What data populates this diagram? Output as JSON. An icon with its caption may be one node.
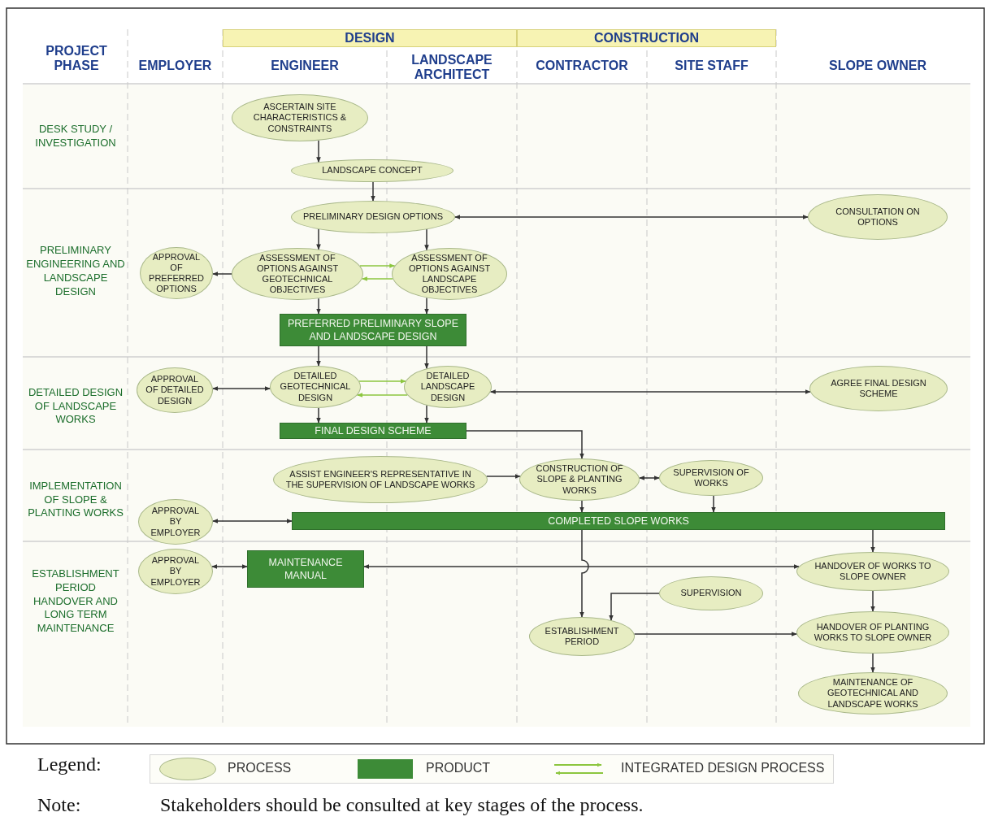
{
  "diagram": {
    "nodes": [
      {
        "text": [
          "ASCERTAIN SITE CHARACTERISTICS & CONSTRAINTS"
        ]
      },
      {
        "text": [
          "LANDSCAPE CONCEPT"
        ]
      },
      {
        "text": [
          "PRELIMINARY DESIGN OPTIONS"
        ]
      },
      {
        "text": [
          "CONSULTATION ON OPTIONS"
        ]
      },
      {
        "text": [
          "APPROVAL OF PREFERRED OPTIONS"
        ]
      },
      {
        "text": [
          "ASSESSMENT OF OPTIONS AGAINST GEOTECHNICAL OBJECTIVES"
        ]
      },
      {
        "text": [
          "ASSESSMENT OF OPTIONS AGAINST LANDSCAPE OBJECTIVES"
        ]
      },
      {
        "text": [
          "PREFERRED PRELIMINARY SLOPE AND LANDSCAPE DESIGN"
        ]
      },
      {
        "text": [
          "APPROVAL OF DETAILED DESIGN"
        ]
      },
      {
        "text": [
          "DETAILED GEOTECHNICAL DESIGN"
        ]
      },
      {
        "text": [
          "DETAILED LANDSCAPE DESIGN"
        ]
      },
      {
        "text": [
          "AGREE FINAL DESIGN SCHEME"
        ]
      },
      {
        "text": [
          "FINAL DESIGN SCHEME"
        ]
      },
      {
        "text": [
          "ASSIST ENGINEER'S REPRESENTATIVE IN THE SUPERVISION OF LANDSCAPE WORKS"
        ]
      },
      {
        "text": [
          "CONSTRUCTION OF SLOPE & PLANTING WORKS"
        ]
      },
      {
        "text": [
          "SUPERVISION OF WORKS"
        ]
      },
      {
        "text": [
          "APPROVAL BY EMPLOYER"
        ]
      },
      {
        "text": [
          "COMPLETED SLOPE WORKS"
        ]
      },
      {
        "text": [
          "APPROVAL BY EMPLOYER"
        ]
      },
      {
        "text": [
          "MAINTENANCE MANUAL"
        ]
      },
      {
        "text": [
          "HANDOVER OF WORKS TO SLOPE OWNER"
        ]
      },
      {
        "text": [
          "SUPERVISION"
        ]
      },
      {
        "text": [
          "ESTABLISHMENT PERIOD"
        ]
      },
      {
        "text": [
          "HANDOVER OF PLANTING WORKS TO SLOPE OWNER"
        ]
      },
      {
        "text": [
          "MAINTENANCE OF GEOTECHNICAL AND LANDSCAPE WORKS"
        ]
      }
    ],
    "edges": [
      {
        "from": 0,
        "to": 1,
        "arrow": "to"
      },
      {
        "from": 1,
        "to": 2,
        "arrow": "to"
      },
      {
        "from": 2,
        "to": 3,
        "arrow": "both"
      },
      {
        "from": 2,
        "to": 5,
        "arrow": "to"
      },
      {
        "from": 2,
        "to": 6,
        "arrow": "to"
      },
      {
        "from": 5,
        "to": 4,
        "arrow": "to"
      },
      {
        "from": 5,
        "to": 6,
        "arrow": "to",
        "color": "#8cc63f"
      },
      {
        "from": 6,
        "to": 5,
        "arrow": "to",
        "color": "#8cc63f"
      },
      {
        "from": 5,
        "to": 7,
        "arrow": "to"
      },
      {
        "from": 6,
        "to": 7,
        "arrow": "to"
      },
      {
        "from": 7,
        "to": 9,
        "arrow": "to"
      },
      {
        "from": 7,
        "to": 10,
        "arrow": "to"
      },
      {
        "from": 9,
        "to": 8,
        "arrow": "both"
      },
      {
        "from": 9,
        "to": 10,
        "arrow": "to",
        "color": "#8cc63f"
      },
      {
        "from": 10,
        "to": 9,
        "arrow": "to",
        "color": "#8cc63f"
      },
      {
        "from": 10,
        "to": 11,
        "arrow": "both"
      },
      {
        "from": 9,
        "to": 12,
        "arrow": "to"
      },
      {
        "from": 10,
        "to": 12,
        "arrow": "to"
      },
      {
        "from": 12,
        "to": 14,
        "arrow": "to"
      },
      {
        "from": 13,
        "to": 14,
        "arrow": "to"
      },
      {
        "from": 14,
        "to": 15,
        "arrow": "both"
      },
      {
        "from": 14,
        "to": 17,
        "arrow": "to"
      },
      {
        "from": 15,
        "to": 17,
        "arrow": "to"
      },
      {
        "from": 16,
        "to": 17,
        "arrow": "both"
      },
      {
        "from": 17,
        "to": 22,
        "arrow": "to"
      },
      {
        "from": 17,
        "to": 20,
        "arrow": "to"
      },
      {
        "from": 18,
        "to": 19,
        "arrow": "both"
      },
      {
        "from": 19,
        "to": 20,
        "arrow": "both"
      },
      {
        "from": 21,
        "to": 22,
        "arrow": "to"
      },
      {
        "from": 22,
        "to": 23,
        "arrow": "to"
      },
      {
        "from": 20,
        "to": 23,
        "arrow": "to"
      },
      {
        "from": 23,
        "to": 24,
        "arrow": "to"
      }
    ],
    "labels": [
      "DESIGN",
      "CONSTRUCTION",
      "PROJECT PHASE",
      "EMPLOYER",
      "ENGINEER",
      "LANDSCAPE ARCHITECT",
      "CONTRACTOR",
      "SITE STAFF",
      "SLOPE OWNER",
      "DESK STUDY / INVESTIGATION",
      "PRELIMINARY ENGINEERING AND LANDSCAPE DESIGN",
      "DETAILED DESIGN OF LANDSCAPE WORKS",
      "IMPLEMENTATION OF SLOPE & PLANTING WORKS",
      "ESTABLISHMENT PERIOD HANDOVER AND LONG TERM MAINTENANCE",
      "Legend:",
      "Note:",
      "Stakeholders should be consulted at key stages of the process."
    ],
    "legend": [
      {
        "text": "PROCESS"
      },
      {
        "text": "PRODUCT",
        "color": "#3d8b37"
      },
      {
        "text": "INTEGRATED DESIGN PROCESS"
      }
    ]
  }
}
